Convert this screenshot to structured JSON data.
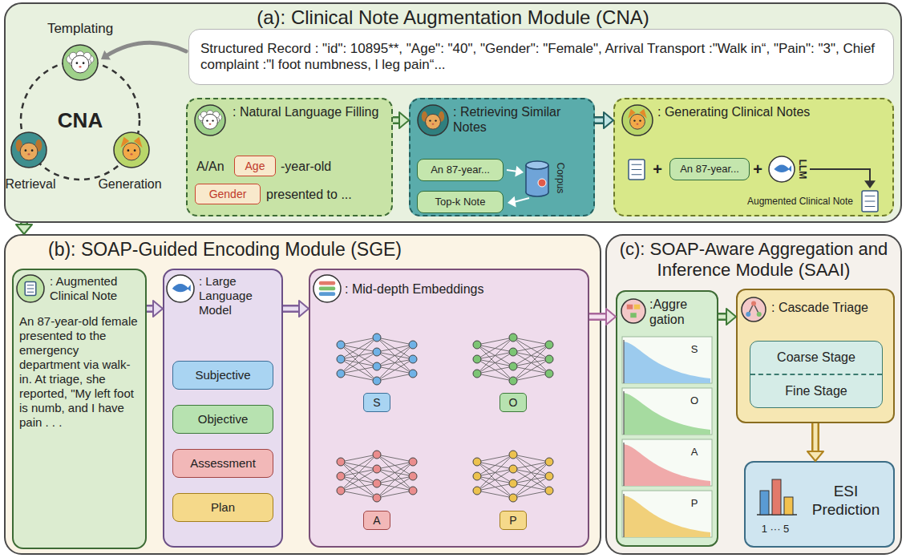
{
  "diagram": {
    "nodes": [
      {
        "text": [
          "(a): Clinical Note Augmentation Module (CNA)"
        ]
      },
      {
        "text": [
          "Structured Record : \"id\": 10895**, \"Age\": \"40\", \"Gender\": \"Female\", Arrival Transport :\"Walk in“, \"Pain\": \"3\", Chief complaint :\"l foot numbness, l leg pain“..."
        ],
        "in": 0
      },
      {
        "text": [
          ": Natural Language Filling",
          "A/An",
          "-year-old",
          "presented to ..."
        ],
        "in": 0
      },
      {
        "text": [
          "Age"
        ],
        "in": 2
      },
      {
        "text": [
          "Gender"
        ],
        "in": 2
      },
      {
        "text": [
          ": Retrieving Similar Notes"
        ],
        "in": 0
      },
      {
        "text": [
          "An 87-year..."
        ],
        "in": 5
      },
      {
        "text": [
          "Top-k Note"
        ],
        "in": 5
      },
      {
        "text": [
          ": Generating Clinical Notes"
        ],
        "in": 0
      },
      {
        "text": [
          "An 87-year..."
        ],
        "in": 8
      },
      {
        "text": [
          "(b): SOAP-Guided Encoding Module (SGE)"
        ]
      },
      {
        "text": [
          ": Augmented Clinical Note",
          "An 87-year-old female presented to the emergency department via walk-in. At triage, she reported, \"My left foot is numb, and I have pain . . ."
        ],
        "in": 10
      },
      {
        "text": [
          ": Large Language Model"
        ],
        "in": 10
      },
      {
        "text": [
          "Subjective"
        ],
        "in": 12
      },
      {
        "text": [
          "Objective"
        ],
        "in": 12
      },
      {
        "text": [
          "Assessment"
        ],
        "in": 12
      },
      {
        "text": [
          "Plan"
        ],
        "in": 12
      },
      {
        "text": [
          ": Mid-depth Embeddings"
        ],
        "in": 10
      },
      {
        "text": [
          "S"
        ],
        "in": 17
      },
      {
        "text": [
          "O"
        ],
        "in": 17
      },
      {
        "text": [
          "A"
        ],
        "in": 17
      },
      {
        "text": [
          "P"
        ],
        "in": 17
      },
      {
        "text": [
          "(c): SOAP-Aware Aggregation and Inference Module (SAAI)"
        ]
      },
      {
        "text": [
          ":Aggre gation"
        ],
        "in": 22
      },
      {
        "text": [
          "S"
        ],
        "in": 23
      },
      {
        "text": [
          "O"
        ],
        "in": 23
      },
      {
        "text": [
          "A"
        ],
        "in": 23
      },
      {
        "text": [
          "P"
        ],
        "in": 23
      },
      {
        "text": [
          ": Cascade Triage"
        ],
        "in": 22
      },
      {
        "text": [
          "Coarse Stage",
          "Fine Stage"
        ],
        "in": 28
      },
      {
        "text": [
          "ESI Prediction",
          "1 ··· 5"
        ],
        "in": 22
      }
    ],
    "edges": [
      {
        "from": 0,
        "to": 10,
        "arrow": "to"
      },
      {
        "from": 2,
        "to": 5,
        "arrow": "to"
      },
      {
        "from": 5,
        "to": 8,
        "arrow": "to"
      },
      {
        "from": 11,
        "to": 12,
        "arrow": "to"
      },
      {
        "from": 12,
        "to": 17,
        "arrow": "to"
      },
      {
        "from": 17,
        "to": 23,
        "arrow": "to"
      },
      {
        "from": 23,
        "to": 28,
        "arrow": "to"
      },
      {
        "from": 28,
        "to": 30,
        "arrow": "to"
      }
    ],
    "labels": [
      "Templating",
      "CNA",
      "Retrieval",
      "Generation",
      "Corpus",
      "+",
      "+",
      "LLM",
      "Augmented Clinical Note"
    ]
  }
}
